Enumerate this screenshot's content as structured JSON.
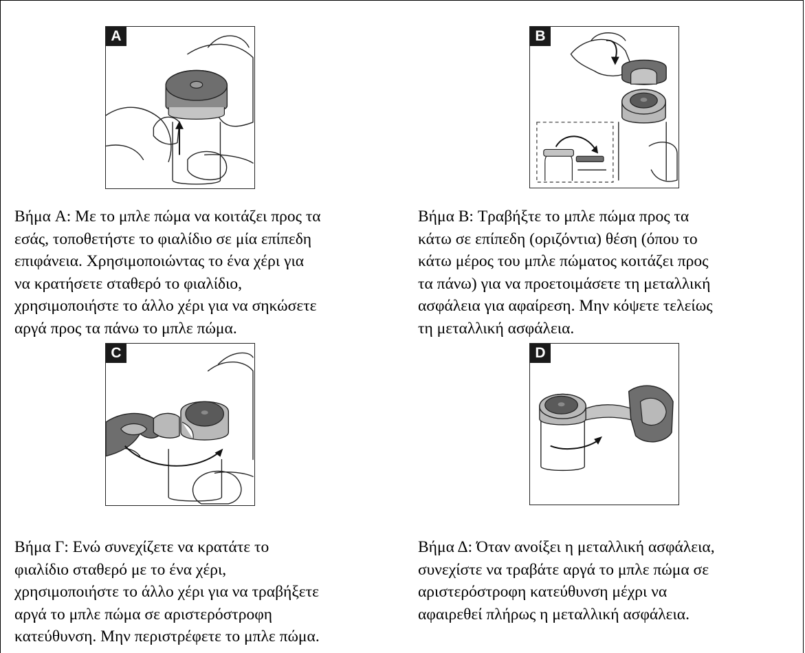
{
  "steps": [
    {
      "badge": "A",
      "lines": [
        "Βήμα A: Με το μπλε πώμα να κοιτάζει προς τα",
        "εσάς, τοποθετήστε το φιαλίδιο σε μία επίπεδη",
        "επιφάνεια. Χρησιμοποιώντας το ένα χέρι για",
        "να κρατήσετε σταθερό το φιαλίδιο,",
        "χρησιμοποιήστε το άλλο χέρι για να σηκώσετε",
        "αργά προς τα πάνω το μπλε πώμα."
      ]
    },
    {
      "badge": "B",
      "lines": [
        "Βήμα B: Τραβήξτε το μπλε πώμα προς τα",
        "κάτω σε επίπεδη (οριζόντια) θέση (όπου το",
        "κάτω μέρος του μπλε πώματος κοιτάζει προς",
        "τα πάνω) για να προετοιμάσετε τη μεταλλική",
        "ασφάλεια για αφαίρεση. Μην κόψετε τελείως",
        "τη μεταλλική ασφάλεια."
      ]
    },
    {
      "badge": "C",
      "lines": [
        "Βήμα Γ: Ενώ συνεχίζετε να κρατάτε το",
        "φιαλίδιο σταθερό με το ένα χέρι,",
        "χρησιμοποιήστε το άλλο χέρι για να τραβήξετε",
        "αργά το μπλε πώμα σε αριστερόστροφη",
        "κατεύθυνση. Μην περιστρέφετε το μπλε πώμα."
      ]
    },
    {
      "badge": "D",
      "lines": [
        "Βήμα Δ: Όταν ανοίξει η μεταλλική ασφάλεια,",
        "συνεχίστε να τραβάτε αργά το μπλε πώμα σε",
        "αριστερόστροφη κατεύθυνση μέχρι να",
        "αφαιρεθεί πλήρως η μεταλλική ασφάλεια."
      ]
    }
  ],
  "icons": [
    "hand-illustration",
    "vial-illustration",
    "curved-arrow-icon",
    "straight-arrow-icon"
  ],
  "colors": {
    "ink": "#000000",
    "cap_dark": "#6e6e6e",
    "cap_light": "#b9b9b9",
    "badge_bg": "#1a1a1a"
  }
}
